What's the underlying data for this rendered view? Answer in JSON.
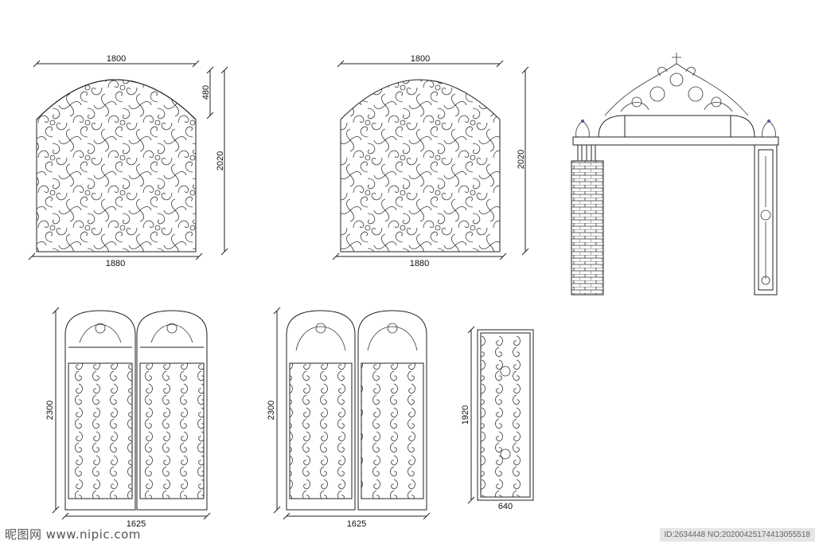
{
  "drawings": {
    "arch_panel_1": {
      "top_width": "1800",
      "bottom_width": "1880",
      "height": "2020",
      "arch_height": "480"
    },
    "arch_panel_2": {
      "top_width": "1800",
      "bottom_width": "1880",
      "height": "2020"
    },
    "gate_1": {
      "height": "2300",
      "width": "1625"
    },
    "gate_2": {
      "height": "2300",
      "width": "1625"
    },
    "narrow_panel": {
      "height": "1920",
      "width": "640"
    }
  },
  "watermark": {
    "site": "昵图网 www.nipic.com",
    "id_text": "ID:2634448 NO:20200425174413055518"
  }
}
